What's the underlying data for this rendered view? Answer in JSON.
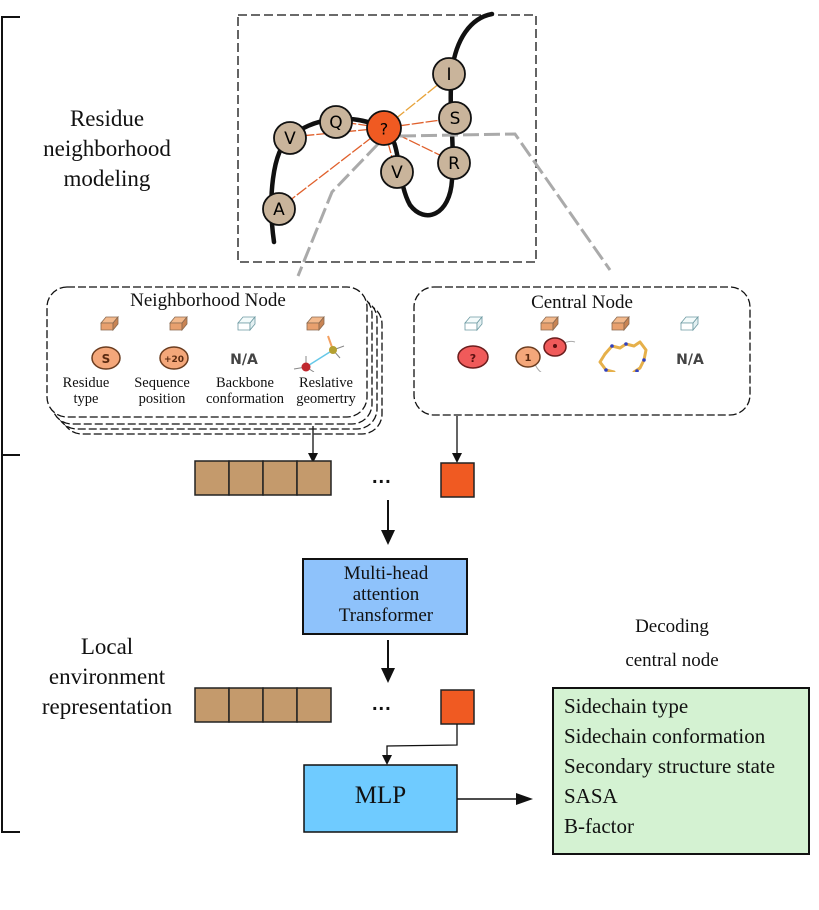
{
  "sections": {
    "neighborhood_modeling": "Residue neighborhood modeling",
    "neighborhood_modeling_lines": [
      "Residue",
      "neighborhood",
      "modeling"
    ],
    "local_env_lines": [
      "Local",
      "environment",
      "representation"
    ]
  },
  "protein_chain": {
    "central_residue": "?",
    "residues": [
      {
        "label": "A",
        "role": "neighbor"
      },
      {
        "label": "V",
        "role": "neighbor"
      },
      {
        "label": "Q",
        "role": "neighbor"
      },
      {
        "label": "V",
        "role": "neighbor"
      },
      {
        "label": "I",
        "role": "neighbor"
      },
      {
        "label": "S",
        "role": "neighbor"
      },
      {
        "label": "R",
        "role": "neighbor"
      }
    ]
  },
  "neighborhood_node": {
    "title": "Neighborhood Node",
    "features": [
      {
        "icon": "S",
        "label_lines": [
          "Residue",
          "type"
        ],
        "active": true
      },
      {
        "icon": "+20",
        "label_lines": [
          "Sequence",
          "position"
        ],
        "active": true
      },
      {
        "icon": "N/A",
        "label_lines": [
          "Backbone",
          "conformation"
        ],
        "active": false
      },
      {
        "icon": "geometry",
        "label_lines": [
          "Reslative",
          "geomertry"
        ],
        "active": true
      }
    ]
  },
  "central_node": {
    "title": "Central Node",
    "features": [
      {
        "icon": "?",
        "active": false
      },
      {
        "icon": "1",
        "active": true
      },
      {
        "icon": "backbone-structure",
        "active": true
      },
      {
        "icon": "N/A",
        "active": false
      }
    ]
  },
  "ellipsis": "...",
  "transformer_box": {
    "lines": [
      "Multi-head",
      "attention",
      "Transformer"
    ]
  },
  "mlp_box": {
    "label": "MLP"
  },
  "decoding": {
    "title_lines": [
      "Decoding",
      "central node"
    ],
    "outputs": [
      "Sidechain type",
      "Sidechain conformation",
      "Secondary structure state",
      "SASA",
      "B-factor"
    ]
  },
  "colors": {
    "residue_fill": "#c9b49b",
    "central_fill": "#f05a22",
    "token_fill": "#c49a6c",
    "central_token_fill": "#f05a22",
    "transformer_fill": "#8ec2fb",
    "mlp_fill": "#6fcbff",
    "output_fill": "#d4f2d2",
    "feature_circle": "#f4a77a",
    "central_question_circle": "#f05a5a"
  }
}
